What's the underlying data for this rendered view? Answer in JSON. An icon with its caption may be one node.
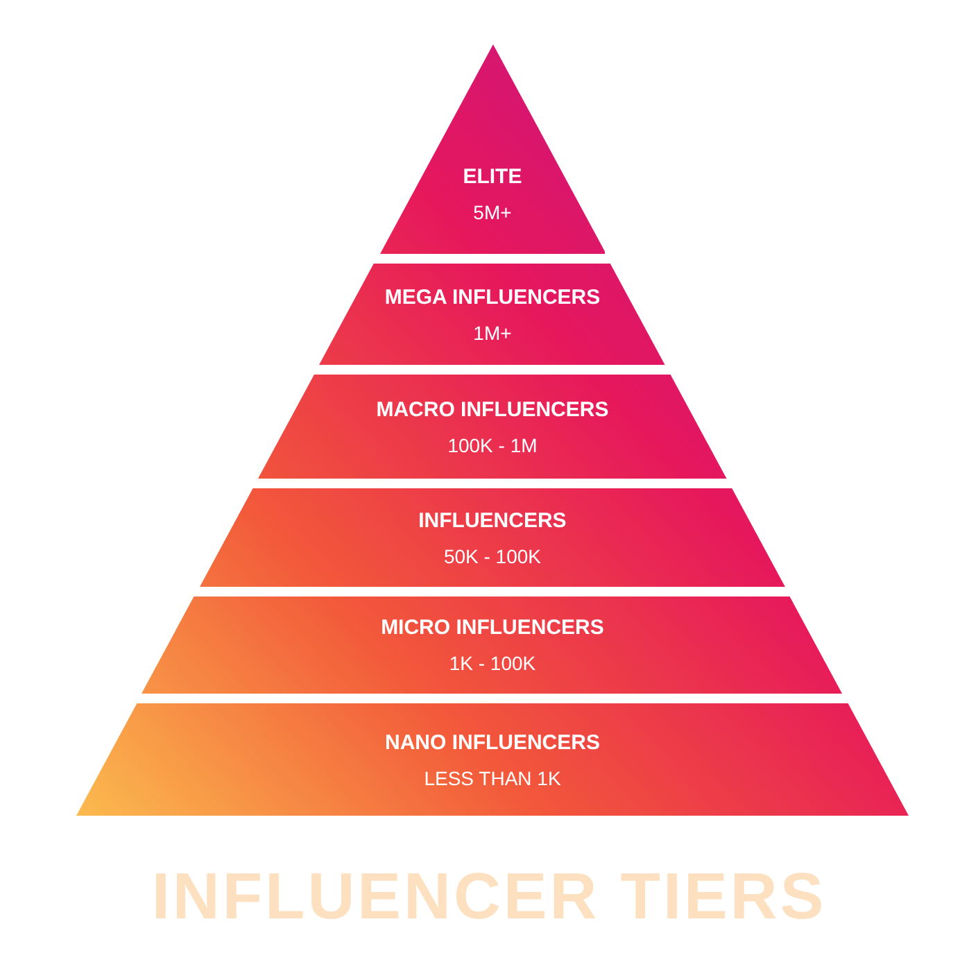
{
  "diagram": {
    "title": "INFLUENCER TIERS",
    "nodes": [
      {
        "text": [
          "ELITE",
          "5M+"
        ]
      },
      {
        "text": [
          "MEGA INFLUENCERS",
          "1M+"
        ]
      },
      {
        "text": [
          "MACRO INFLUENCERS",
          "100K - 1M"
        ]
      },
      {
        "text": [
          "INFLUENCERS",
          "50K - 100K"
        ]
      },
      {
        "text": [
          "MICRO INFLUENCERS",
          "1K - 100K"
        ]
      },
      {
        "text": [
          "NANO INFLUENCERS",
          "LESS THAN 1K"
        ]
      }
    ]
  }
}
